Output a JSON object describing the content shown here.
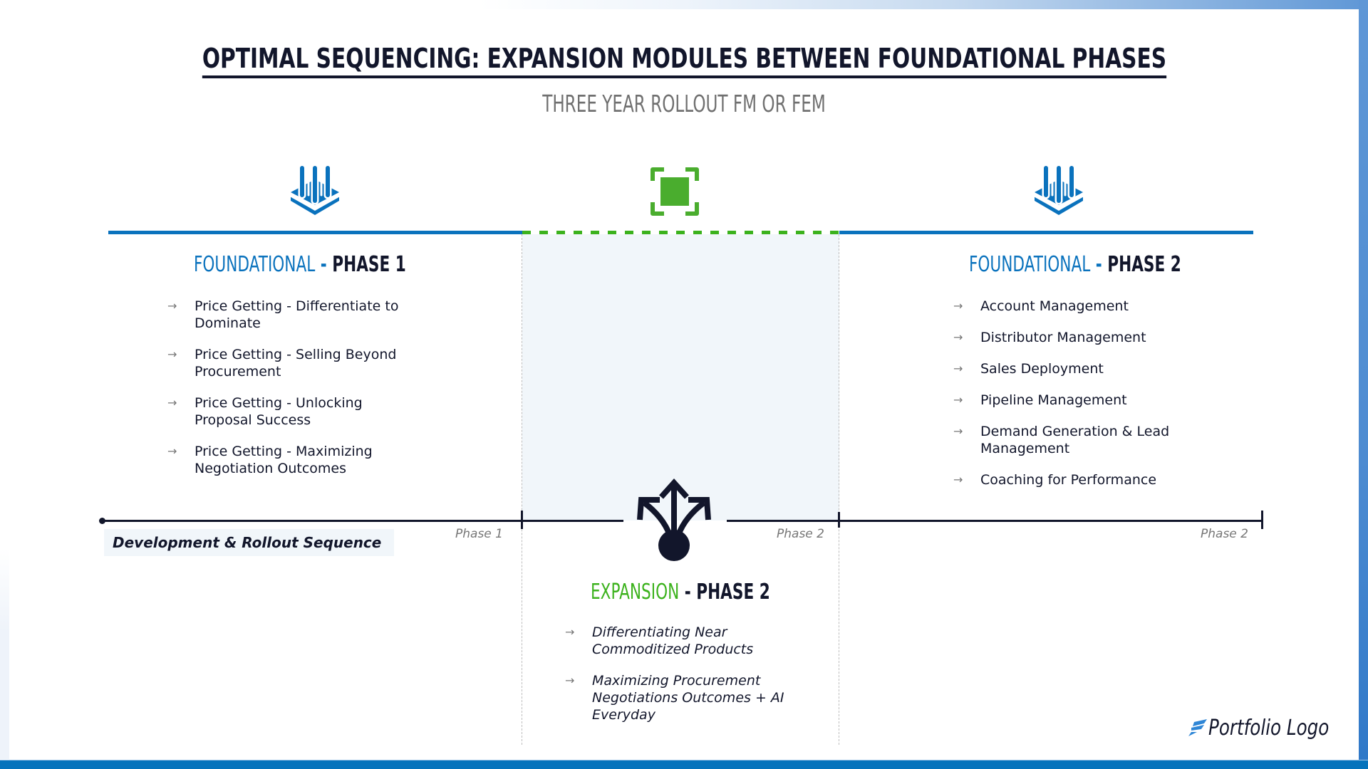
{
  "title": "OPTIMAL SEQUENCING: EXPANSION MODULES BETWEEN FOUNDATIONAL PHASES",
  "subtitle": "THREE YEAR ROLLOUT FM OR FEM",
  "colors": {
    "foundational_blue": "#0a72bd",
    "expansion_green": "#3cb21d",
    "dark_navy": "#12162b",
    "shade": "#f1f6fa"
  },
  "sections": {
    "foundational_phase1": {
      "icon": "foundation-pillars-icon",
      "label": "FOUNDATIONAL",
      "separator": " - ",
      "phase": "PHASE 1",
      "items": [
        "Price Getting - Differentiate to Dominate",
        "Price Getting - Selling Beyond Procurement",
        "Price Getting - Unlocking Proposal Success",
        "Price Getting - Maximizing Negotiation Outcomes"
      ]
    },
    "expansion_phase2": {
      "icon": "focus-square-icon",
      "bottom_icon": "branching-arrows-icon",
      "label": "EXPANSION",
      "separator": " - ",
      "phase": "PHASE 2",
      "items": [
        "Differentiating Near Commoditized Products",
        "Maximizing Procurement Negotiations Outcomes + AI Everyday"
      ]
    },
    "foundational_phase2": {
      "icon": "foundation-pillars-icon",
      "label": "FOUNDATIONAL",
      "separator": " - ",
      "phase": "PHASE 2",
      "items": [
        "Account Management",
        "Distributor Management",
        "Sales Deployment",
        "Pipeline Management",
        "Demand Generation & Lead Management",
        "Coaching for Performance"
      ]
    }
  },
  "timeline": {
    "label": "Development & Rollout Sequence",
    "markers": [
      "Phase 1",
      "Phase 2",
      "Phase 2"
    ]
  },
  "arrow_glyph": "→",
  "logo": {
    "text": "Portfolio Logo"
  }
}
